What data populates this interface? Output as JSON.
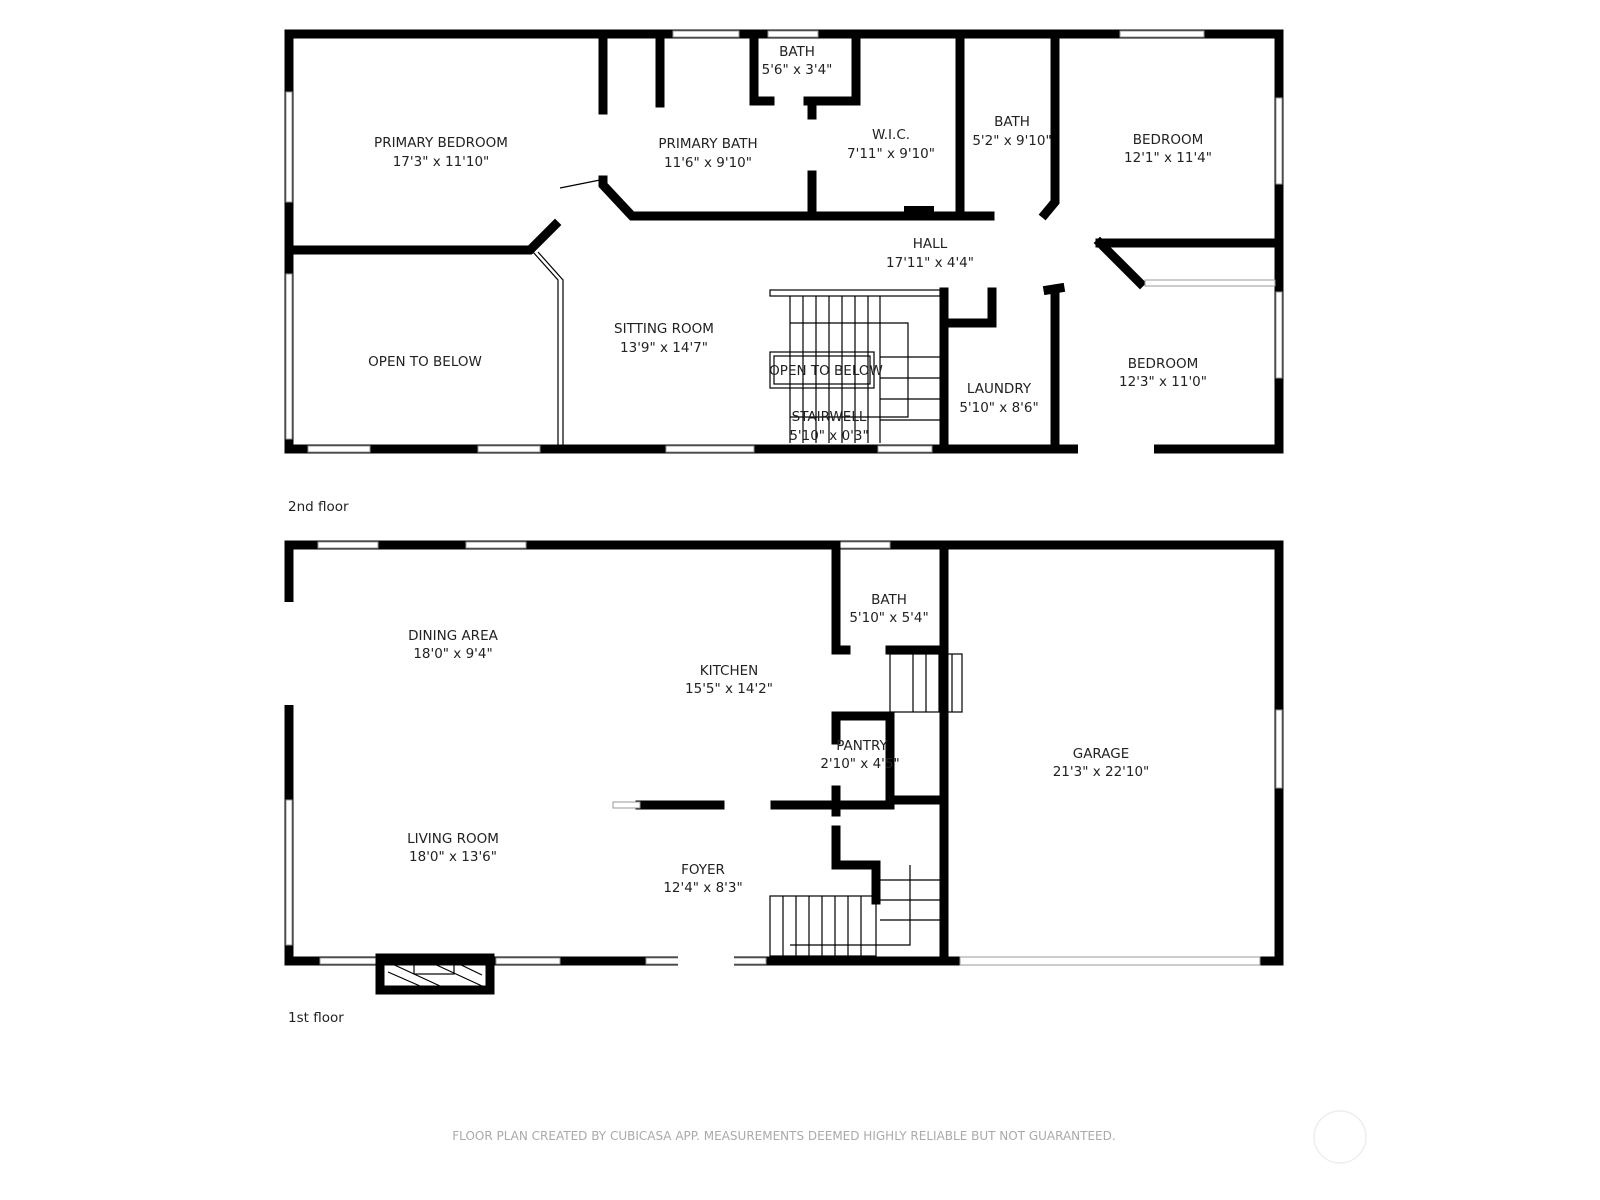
{
  "floors": [
    {
      "label": "2nd floor",
      "rooms": [
        {
          "name": "PRIMARY BEDROOM",
          "size": "17'3\" x 11'10\""
        },
        {
          "name": "PRIMARY BATH",
          "size": "11'6\" x 9'10\""
        },
        {
          "name": "BATH",
          "size": "5'6\" x 3'4\""
        },
        {
          "name": "W.I.C.",
          "size": "7'11\" x 9'10\""
        },
        {
          "name": "BATH",
          "size": "5'2\" x 9'10\""
        },
        {
          "name": "BEDROOM",
          "size": "12'1\" x 11'4\""
        },
        {
          "name": "HALL",
          "size": "17'11\" x 4'4\""
        },
        {
          "name": "OPEN TO BELOW",
          "size": ""
        },
        {
          "name": "SITTING ROOM",
          "size": "13'9\" x 14'7\""
        },
        {
          "name": "OPEN TO BELOW",
          "size": ""
        },
        {
          "name": "STAIRWELL",
          "size": "5'10\" x 0'3\""
        },
        {
          "name": "LAUNDRY",
          "size": "5'10\" x 8'6\""
        },
        {
          "name": "BEDROOM",
          "size": "12'3\" x 11'0\""
        }
      ]
    },
    {
      "label": "1st floor",
      "rooms": [
        {
          "name": "DINING AREA",
          "size": "18'0\" x 9'4\""
        },
        {
          "name": "KITCHEN",
          "size": "15'5\" x 14'2\""
        },
        {
          "name": "BATH",
          "size": "5'10\" x 5'4\""
        },
        {
          "name": "PANTRY",
          "size": "2'10\" x 4'5\""
        },
        {
          "name": "GARAGE",
          "size": "21'3\" x 22'10\""
        },
        {
          "name": "LIVING ROOM",
          "size": "18'0\" x 13'6\""
        },
        {
          "name": "FOYER",
          "size": "12'4\" x 8'3\""
        }
      ]
    }
  ],
  "disclaimer": "FLOOR PLAN CREATED BY CUBICASA APP. MEASUREMENTS DEEMED HIGHLY RELIABLE BUT NOT GUARANTEED.",
  "colors": {
    "wall": "#000000",
    "text": "#222222",
    "disclaimer": "#aaaaaa"
  }
}
